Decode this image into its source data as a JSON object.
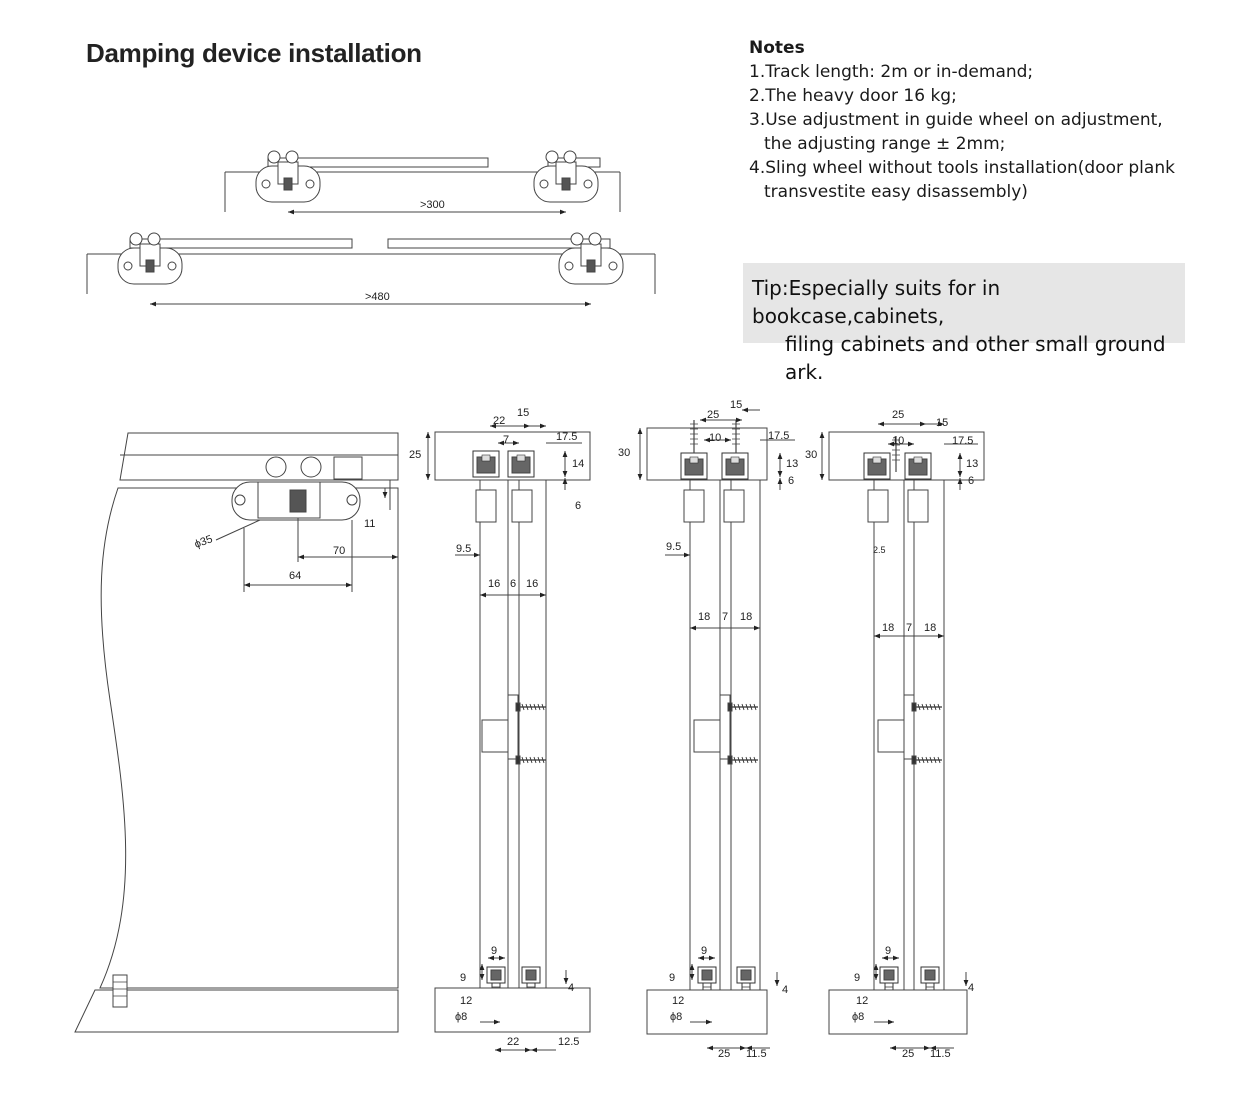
{
  "title": "Damping device installation",
  "notes": {
    "heading": "Notes",
    "items": [
      "1.Track length: 2m or in-demand;",
      "2.The heavy door 16 kg;",
      "3.Use adjustment in guide wheel on adjustment,",
      "the adjusting range ± 2mm;",
      "4.Sling wheel without tools installation(door plank",
      "transvestite easy disassembly)"
    ]
  },
  "tip": {
    "line1": "Tip:Especially suits for in bookcase,cabinets,",
    "line2": "filing cabinets and other small ground ark."
  },
  "top_diagrams": {
    "dim1": ">300",
    "dim2": ">480"
  },
  "door_view": {
    "d35": "ϕ35",
    "d11": "11",
    "d70": "70",
    "d64": "64"
  },
  "section1": {
    "t22": "22",
    "t15": "15",
    "t7": "7",
    "t17_5": "17.5",
    "t25": "25",
    "t14": "14",
    "t6": "6",
    "t9_5": "9.5",
    "t16a": "16",
    "t6b": "6",
    "t16b": "16",
    "b9": "9",
    "b9v": "9",
    "b4": "4",
    "b12": "12",
    "b8": "ϕ8",
    "b22": "22",
    "b12_5": "12.5"
  },
  "section2": {
    "t25": "25",
    "t15": "15",
    "t10": "10",
    "t17_5": "17.5",
    "t30": "30",
    "t13": "13",
    "t6": "6",
    "t9_5": "9.5",
    "t18a": "18",
    "t7": "7",
    "t18b": "18",
    "b9": "9",
    "b9v": "9",
    "b4": "4",
    "b12": "12",
    "b8": "ϕ8",
    "b25": "25",
    "b11_5": "11.5"
  },
  "section3": {
    "t25": "25",
    "t15": "15",
    "t10": "10",
    "t17_5": "17.5",
    "t30": "30",
    "t13": "13",
    "t6": "6",
    "t2_5": "2.5",
    "t18a": "18",
    "t7": "7",
    "t18b": "18",
    "b9": "9",
    "b9v": "9",
    "b4": "4",
    "b12": "12",
    "b8": "ϕ8",
    "b25": "25",
    "b11_5": "11.5"
  }
}
